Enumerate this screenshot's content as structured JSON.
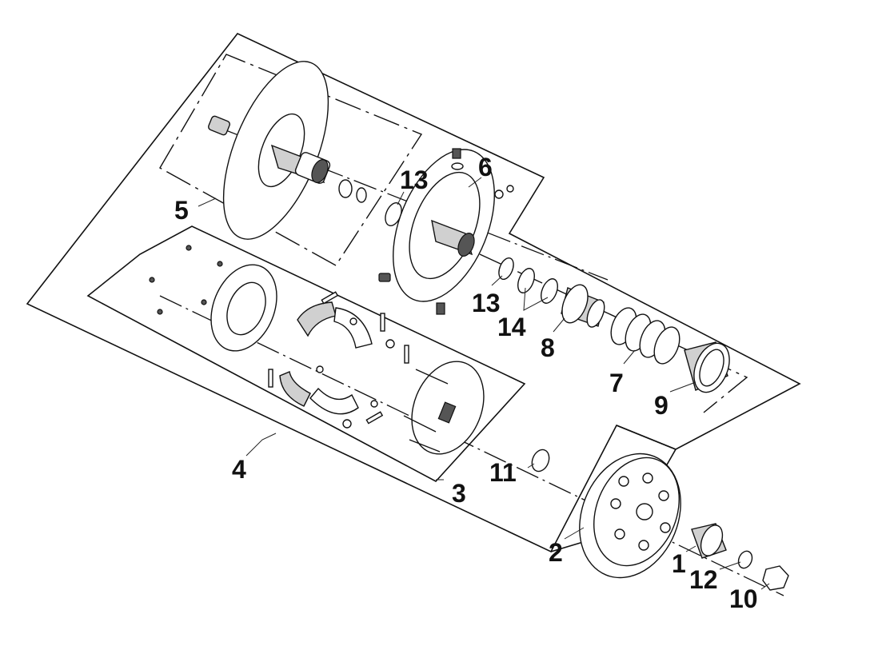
{
  "callouts": {
    "c1": "1",
    "c2": "2",
    "c3": "3",
    "c4": "4",
    "c5": "5",
    "c6": "6",
    "c7": "7",
    "c8": "8",
    "c9": "9",
    "c10": "10",
    "c11": "11",
    "c12": "12",
    "c13a": "13",
    "c13b": "13",
    "c14": "14"
  }
}
